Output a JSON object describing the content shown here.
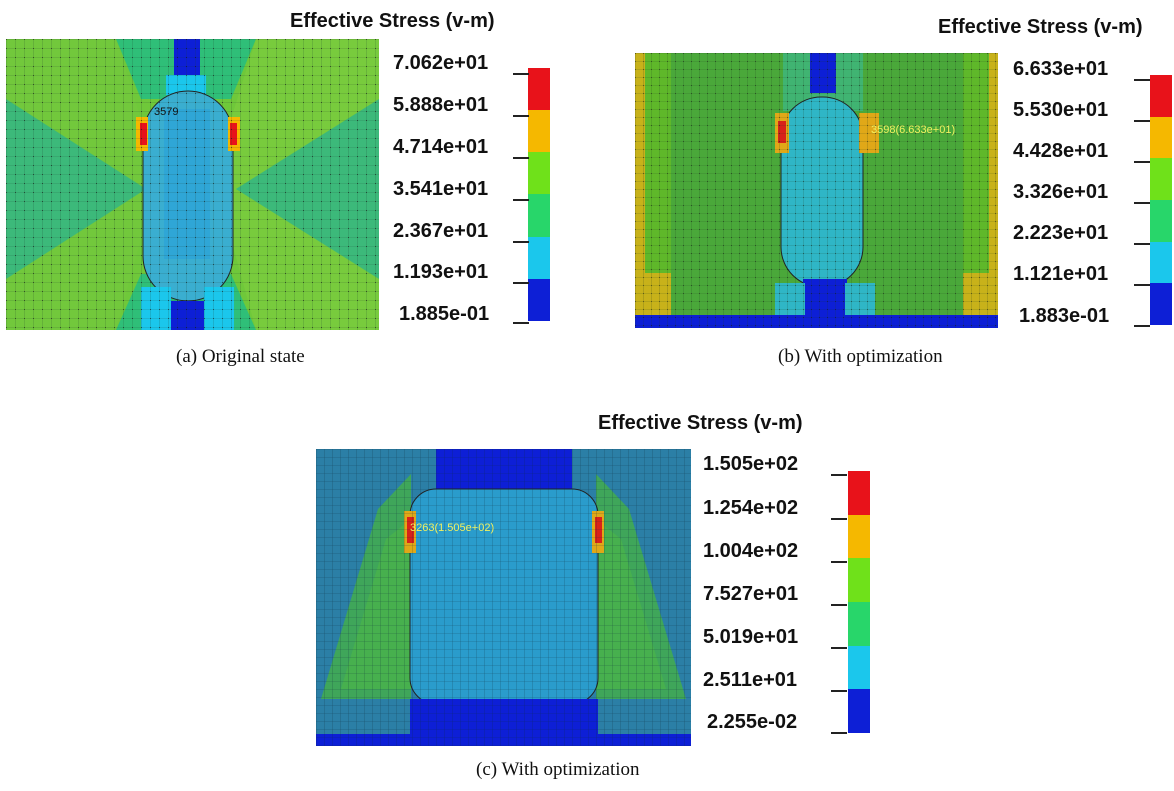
{
  "panels": [
    {
      "title": "Effective Stress (v-m)",
      "caption": "(a)  Original state",
      "probe_label": "3579",
      "legend_values": [
        "7.062e+01",
        "5.888e+01",
        "4.714e+01",
        "3.541e+01",
        "2.367e+01",
        "1.193e+01",
        "1.885e-01"
      ]
    },
    {
      "title": "Effective Stress (v-m)",
      "caption": "(b)  With optimization",
      "probe_label": "3598(6.633e+01)",
      "legend_values": [
        "6.633e+01",
        "5.530e+01",
        "4.428e+01",
        "3.326e+01",
        "2.223e+01",
        "1.121e+01",
        "1.883e-01"
      ]
    },
    {
      "title": "Effective Stress (v-m)",
      "caption": "(c)  With optimization",
      "probe_label": "3263(1.505e+02)",
      "legend_values": [
        "1.505e+02",
        "1.254e+02",
        "1.004e+02",
        "7.527e+01",
        "5.019e+01",
        "2.511e+01",
        "2.255e-02"
      ]
    }
  ],
  "colors": {
    "band_red": "#e8121a",
    "band_orange": "#f5b800",
    "band_yellowgreen": "#6fe11a",
    "band_green": "#28d66a",
    "band_cyan": "#1bc7ec",
    "band_blue": "#0d1fd6"
  }
}
